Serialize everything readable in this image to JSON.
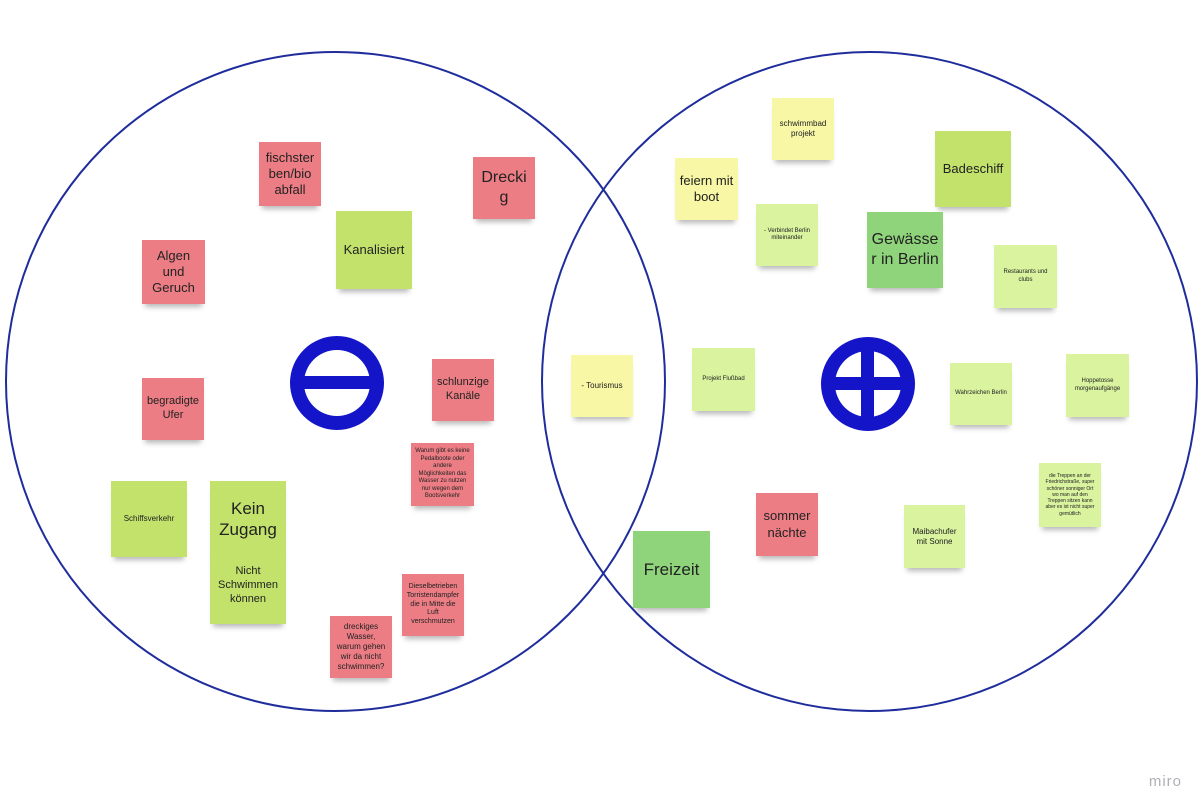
{
  "brand": "miro",
  "symbols": {
    "minus": "minus-icon",
    "plus": "plus-icon"
  },
  "colors": {
    "circle_outline": "#1f2d9c",
    "symbol": "#1414c9",
    "note_red": "#ec7d84",
    "note_lime": "#c3e26b",
    "note_light_green": "#d9f39f",
    "note_yellow": "#f7f7a6",
    "note_green": "#8fd47b"
  },
  "notes": {
    "fischsterben": "fischster ben/bio abfall",
    "dreckig": "Dreckig",
    "kanalisiert": "Kanalisiert",
    "algen": "Algen und Geruch",
    "begradigte": "begradigte Ufer",
    "schlunzige": "schlunzige Kanäle",
    "pedalboote": "Warum gibt es keine Pedalboote oder andere Möglichkeiten das Wasser zu nutzen nur wegen dem Bootsverkehr",
    "schiffsverkehr": "Schiffsverkehr",
    "kein_zugang": "Kein Zugang",
    "nicht_schwimmen": "Nicht Schwimmen können",
    "dieselbetrieben": "Dieselbetrieben Torristendampfer die in Mitte die Luft verschmutzen",
    "dreckiges_wasser": "dreckiges Wasser, warum gehen wir da nicht schwimmen?",
    "tourismus": "- Tourismus",
    "schwimmbad": "schwimmbad projekt",
    "feiern": "feiern mit boot",
    "badeschiff": "Badeschiff",
    "verbindet": "- Verbindet Berlin miteinander",
    "gewaesser": "Gewässer in Berlin",
    "restaurants": "Restaurants und clubs",
    "flussbad": "Projekt Flußbad",
    "wahrzeichen": "Wahrzeichen Berlin",
    "hoppetosse": "Hoppetosse morgenaufgänge",
    "treppen": "die Treppen an der Friedrichstraße, super schöner sonniger Ort wo man auf den Treppen sitzen kann aber es ist nicht super gemütlich",
    "sommer": "sommer nächte",
    "maibachufer": "Maibachufer mit Sonne",
    "freizeit": "Freizeit"
  }
}
